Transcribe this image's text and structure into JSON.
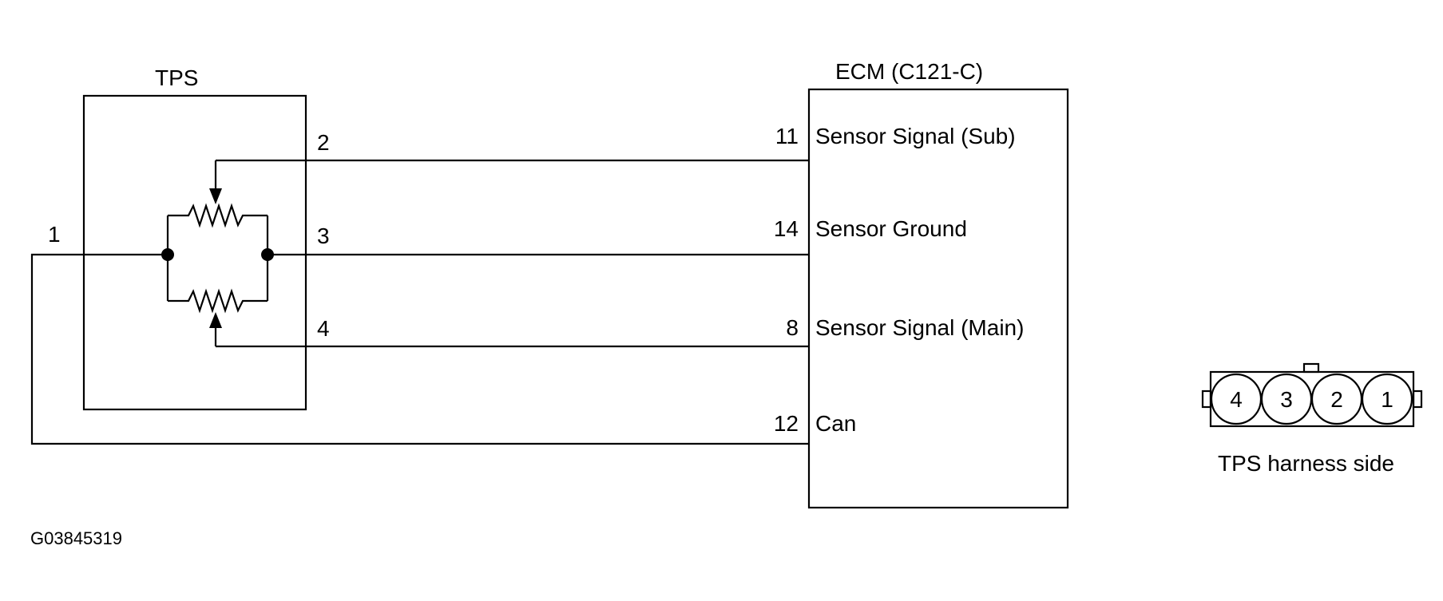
{
  "tps": {
    "title": "TPS",
    "pins": {
      "p1": "1",
      "p2": "2",
      "p3": "3",
      "p4": "4"
    }
  },
  "ecm": {
    "title": "ECM (C121-C)",
    "rows": [
      {
        "pin": "11",
        "label": "Sensor Signal (Sub)"
      },
      {
        "pin": "14",
        "label": "Sensor Ground"
      },
      {
        "pin": "8",
        "label": "Sensor Signal (Main)"
      },
      {
        "pin": "12",
        "label": "Can"
      }
    ]
  },
  "connector": {
    "pins": [
      "4",
      "3",
      "2",
      "1"
    ],
    "caption": "TPS harness side"
  },
  "figure_id": "G03845319"
}
